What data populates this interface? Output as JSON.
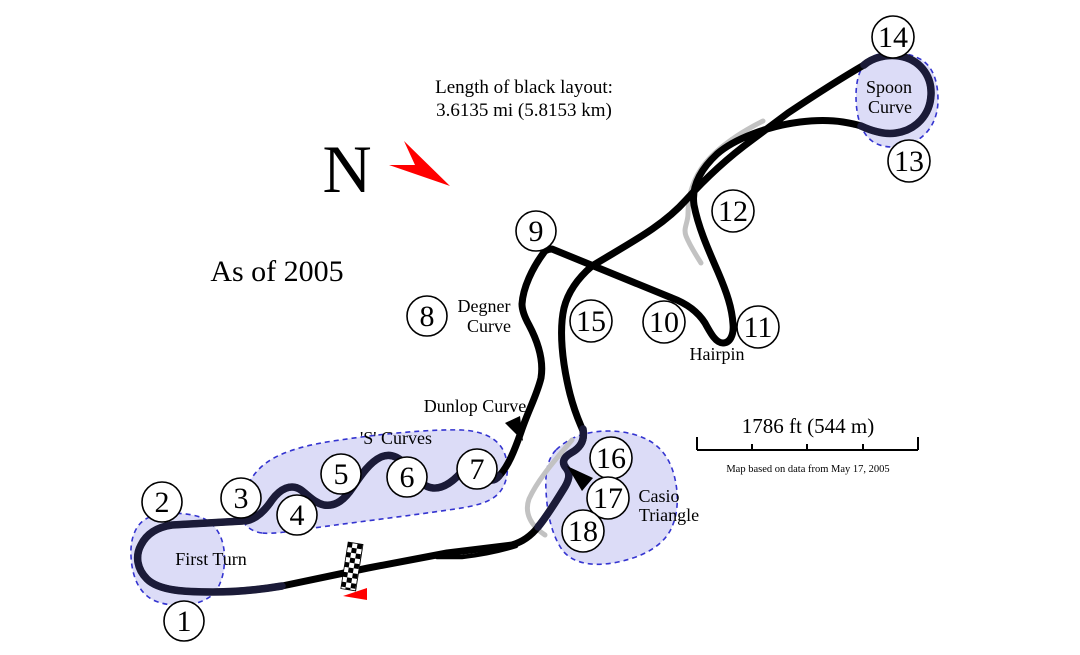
{
  "header": {
    "length_line1": "Length of black layout:",
    "length_line2": "3.6135 mi (5.8153 km)",
    "as_of": "As of 2005"
  },
  "compass": {
    "letter": "N"
  },
  "corners": [
    "1",
    "2",
    "3",
    "4",
    "5",
    "6",
    "7",
    "8",
    "9",
    "10",
    "11",
    "12",
    "13",
    "14",
    "15",
    "16",
    "17",
    "18"
  ],
  "corner_labels": {
    "first_turn": "First Turn",
    "s_curves": "'S' Curves",
    "dunlop": "Dunlop Curve",
    "degner": [
      "Degner",
      "Curve"
    ],
    "hairpin": "Hairpin",
    "spoon": [
      "Spoon",
      "Curve"
    ],
    "casio": [
      "Casio",
      "Triangle"
    ]
  },
  "scale_bar": {
    "label": "1786 ft (544 m)",
    "note": "Map based on data from May 17, 2005"
  },
  "colors": {
    "track": "#000000",
    "highlight_track": "#1b1b38",
    "old_layout": "#c2c2c2",
    "zone_fill": "#dcdcf7",
    "zone_border": "#3434d0",
    "north_arrow": "#ff0000",
    "start_marker": "#ff0000"
  }
}
